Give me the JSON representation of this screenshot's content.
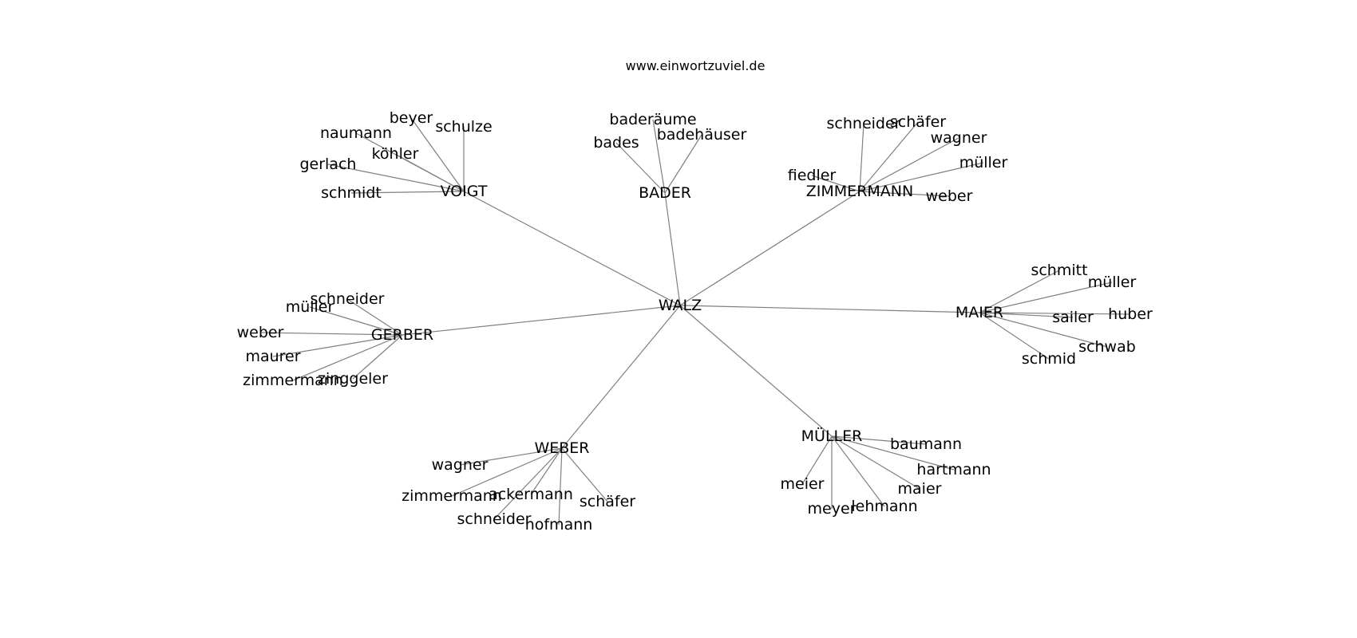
{
  "title": "www.einwortzuviel.de",
  "colors": {
    "edge": "#7f7f7f",
    "text": "#000000",
    "background": "#ffffff"
  },
  "graph": {
    "center": "WALZ",
    "groups": [
      {
        "hub": "VOIGT",
        "leaves": [
          "beyer",
          "schulze",
          "naumann",
          "köhler",
          "gerlach",
          "schmidt"
        ]
      },
      {
        "hub": "BADER",
        "leaves": [
          "baderäume",
          "bades",
          "badehäuser"
        ]
      },
      {
        "hub": "ZIMMERMANN",
        "leaves": [
          "schneider",
          "schäfer",
          "wagner",
          "müller",
          "fiedler",
          "weber"
        ]
      },
      {
        "hub": "MAIER",
        "leaves": [
          "schmitt",
          "müller",
          "sailer",
          "huber",
          "schwab",
          "schmid"
        ]
      },
      {
        "hub": "GERBER",
        "leaves": [
          "schneider",
          "müller",
          "weber",
          "maurer",
          "zimmermann",
          "zinggeler"
        ]
      },
      {
        "hub": "WEBER",
        "leaves": [
          "wagner",
          "zimmermann",
          "ackermann",
          "schäfer",
          "schneider",
          "hofmann"
        ]
      },
      {
        "hub": "MÜLLER",
        "leaves": [
          "baumann",
          "hartmann",
          "meier",
          "maier",
          "meyer",
          "lehmann"
        ]
      }
    ]
  }
}
